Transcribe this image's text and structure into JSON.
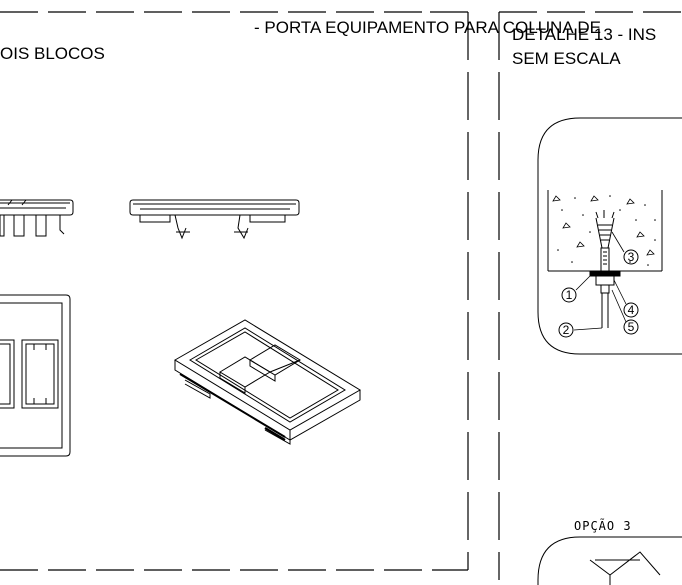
{
  "left_panel": {
    "title_line1": "- PORTA EQUIPAMENTO PARA COLUNA DE",
    "title_line2": "OIS BLOCOS"
  },
  "right_panel": {
    "title_line1": "DETALHE 13 - INS",
    "title_line2": "SEM ESCALA",
    "callouts": [
      "1",
      "2",
      "3",
      "4",
      "5"
    ],
    "option_label": "OPÇÃO 3"
  }
}
